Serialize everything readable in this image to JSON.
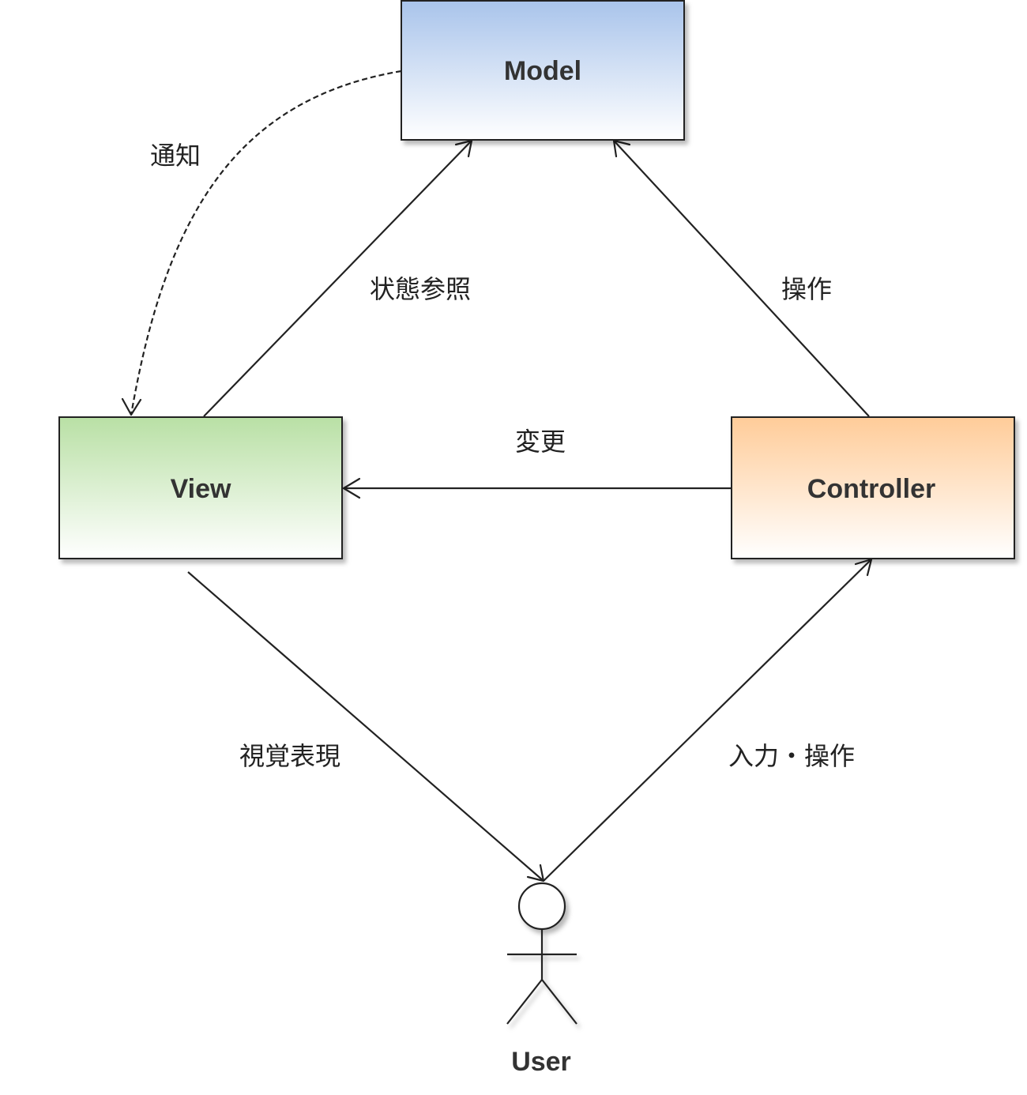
{
  "nodes": {
    "model": {
      "label": "Model"
    },
    "view": {
      "label": "View"
    },
    "controller": {
      "label": "Controller"
    },
    "user": {
      "label": "User"
    }
  },
  "edges": {
    "notify": {
      "label": "通知",
      "from": "Model",
      "to": "View",
      "style": "dashed"
    },
    "state_ref": {
      "label": "状態参照",
      "from": "View",
      "to": "Model"
    },
    "operate": {
      "label": "操作",
      "from": "Controller",
      "to": "Model"
    },
    "change": {
      "label": "変更",
      "from": "Controller",
      "to": "View"
    },
    "visual": {
      "label": "視覚表現",
      "from": "View",
      "to": "User"
    },
    "input": {
      "label": "入力・操作",
      "from": "User",
      "to": "Controller"
    }
  },
  "colors": {
    "model_top": "#a9c4eb",
    "model_bottom": "#ffffff",
    "view_top": "#b9e0a5",
    "view_bottom": "#ffffff",
    "controller_top": "#ffcc99",
    "controller_bottom": "#ffffff",
    "stroke": "#222222"
  }
}
